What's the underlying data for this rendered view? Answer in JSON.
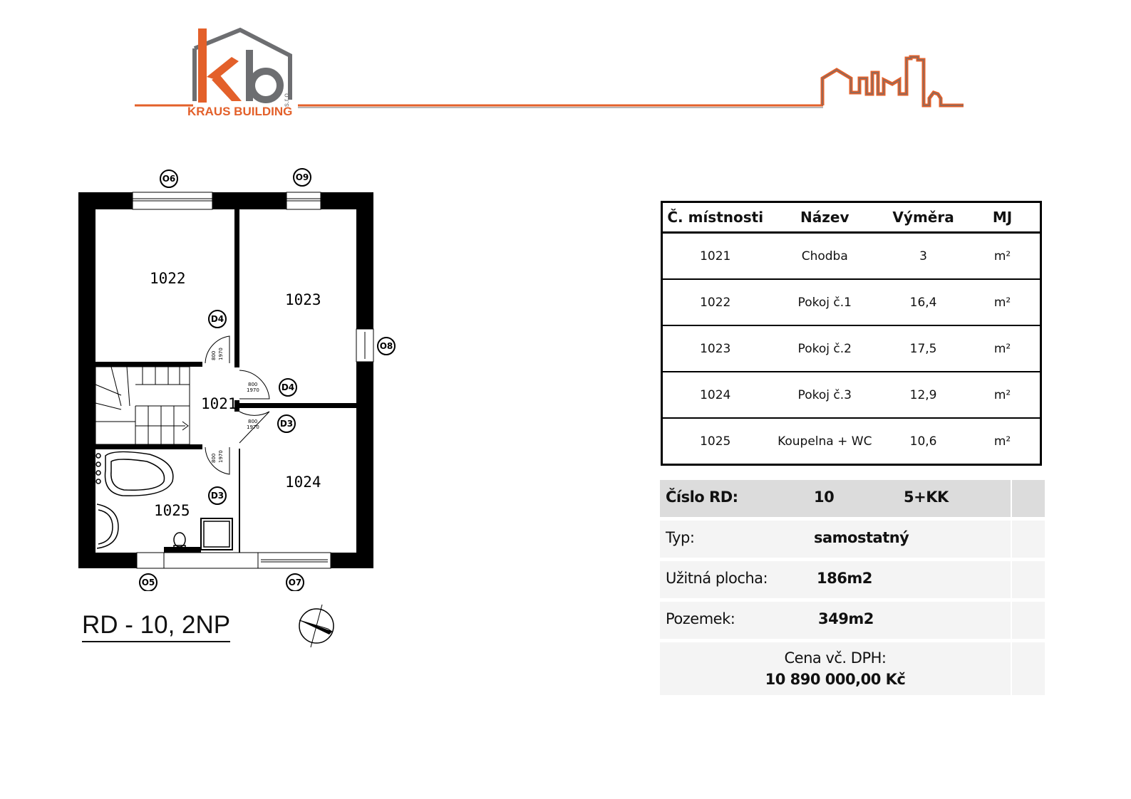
{
  "header": {
    "logo_letters": "kb",
    "logo_company": "KRAUS BUILDING",
    "logo_suffix": "s.r.o.",
    "accent_color": "#e3602a",
    "gray_color": "#6d6e71"
  },
  "plan": {
    "title": "RD - 10, 2NP",
    "rooms": [
      "1022",
      "1023",
      "1021",
      "1024",
      "1025"
    ],
    "window_tags": [
      "O6",
      "O9",
      "O8",
      "O5",
      "O7"
    ],
    "door_tags": [
      "D4",
      "D4",
      "D3",
      "D3"
    ],
    "door_dims": [
      [
        "800",
        "1970"
      ],
      [
        "800",
        "1970"
      ],
      [
        "800",
        "1970"
      ],
      [
        "800",
        "1970"
      ]
    ]
  },
  "rooms_table": {
    "headers": [
      "Č. místnosti",
      "Název",
      "Výměra",
      "MJ"
    ],
    "rows": [
      [
        "1021",
        "Chodba",
        "3",
        "m²"
      ],
      [
        "1022",
        "Pokoj č.1",
        "16,4",
        "m²"
      ],
      [
        "1023",
        "Pokoj č.2",
        "17,5",
        "m²"
      ],
      [
        "1024",
        "Pokoj č.3",
        "12,9",
        "m²"
      ],
      [
        "1025",
        "Koupelna + WC",
        "10,6",
        "m²"
      ]
    ]
  },
  "info": {
    "rd_label": "Číslo RD:",
    "rd_number": "10",
    "rd_layout": "5+KK",
    "type_label": "Typ:",
    "type_value": "samostatný",
    "area_label": "Užitná plocha:",
    "area_value": "186m2",
    "land_label": "Pozemek:",
    "land_value": "349m2",
    "price_label": "Cena vč. DPH:",
    "price_value": "10 890 000,00 Kč"
  }
}
